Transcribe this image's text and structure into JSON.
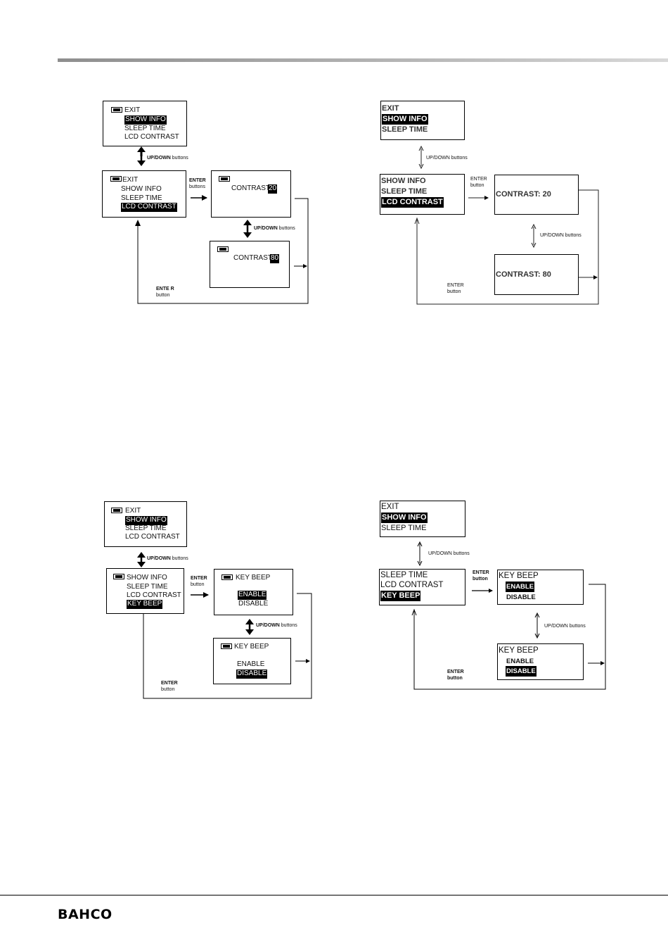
{
  "header": {
    "brand": "BAHCO"
  },
  "diagram1_left": {
    "top_menu": [
      "EXIT",
      "SHOW INFO",
      "SLEEP TIME",
      "LCD CONTRAST"
    ],
    "top_highlight": 1,
    "mid_menu": [
      "EXIT",
      "SHOW INFO",
      "SLEEP TIME",
      "LCD CONTRAST"
    ],
    "mid_highlight": 3,
    "updown_label_bold": "UP/DOWN",
    "updown_label_rest": " buttons",
    "enter_label_bold": "ENTER",
    "enter_label_rest": "buttons",
    "contrast_label": "CONTRAST:",
    "contrast_value_a": "20",
    "contrast_value_b": "80",
    "updown2_bold": "UP/DOWN",
    "updown2_rest": " buttons",
    "enter_return_bold": "ENTE R",
    "enter_return_rest": "button"
  },
  "diagram1_right": {
    "top_menu": [
      "EXIT",
      "SHOW INFO",
      "SLEEP TIME"
    ],
    "mid_menu": [
      "SHOW INFO",
      "SLEEP TIME",
      "LCD CONTRAST"
    ],
    "updown_label": "UP/DOWN buttons",
    "enter_label_a": "ENTER",
    "enter_label_b": "button",
    "contrast_a": "CONTRAST: 20",
    "contrast_b": "CONTRAST: 80",
    "updown2_label": "UP/DOWN buttons",
    "enter_return_a": "ENTER",
    "enter_return_b": "button"
  },
  "diagram2_left": {
    "top_menu": [
      "EXIT",
      "SHOW INFO",
      "SLEEP TIME",
      "LCD CONTRAST"
    ],
    "mid_menu": [
      "SHOW INFO",
      "SLEEP TIME",
      "LCD CONTRAST",
      "KEY BEEP"
    ],
    "updown_label_bold": "UP/DOWN",
    "updown_label_rest": " buttons",
    "enter_label_bold": "ENTER",
    "enter_label_rest": "button",
    "beep_title": "KEY BEEP",
    "enable": "ENABLE",
    "disable": "DISABLE",
    "updown2_bold": "UP/DOWN",
    "updown2_rest": " buttons",
    "enter_return_bold": "ENTER",
    "enter_return_rest": "button"
  },
  "diagram2_right": {
    "top_menu": [
      "EXIT",
      "SHOW INFO",
      "SLEEP TIME"
    ],
    "mid_menu": [
      "SLEEP TIME",
      "LCD CONTRAST",
      "KEY BEEP"
    ],
    "updown_label": "UP/DOWN buttons",
    "enter_label_a": "ENTER",
    "enter_label_b": "button",
    "beep_title": "KEY BEEP",
    "enable": "ENABLE",
    "disable": "DISABLE",
    "updown2_label": "UP/DOWN buttons",
    "enter_return_a": "ENTER",
    "enter_return_b": "button"
  }
}
